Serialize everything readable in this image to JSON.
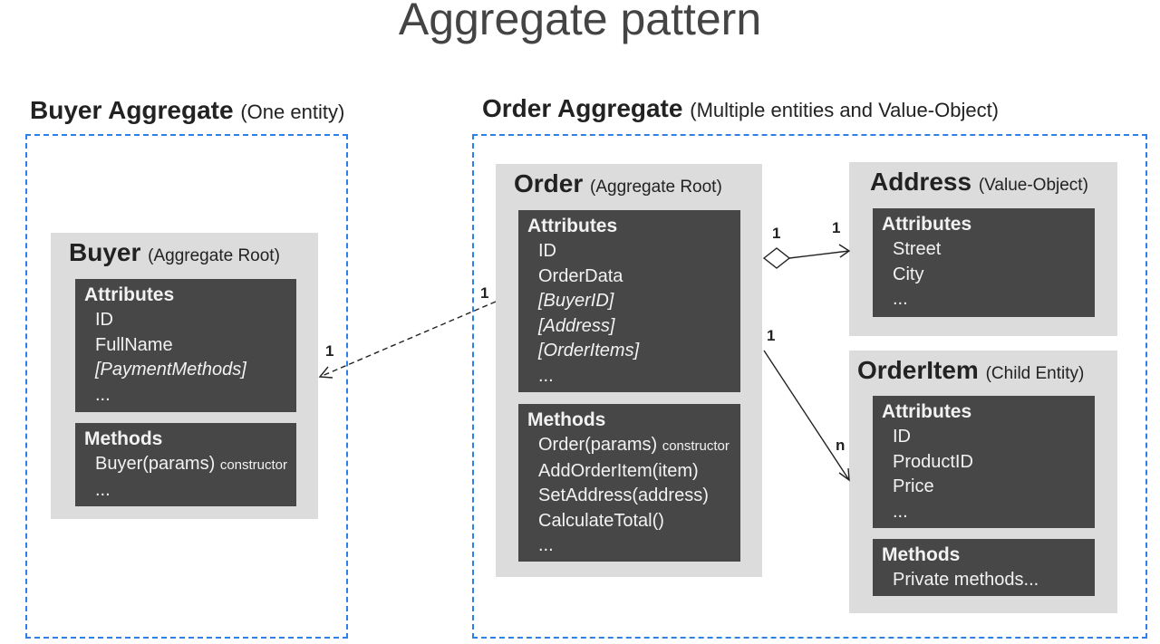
{
  "title": "Aggregate pattern",
  "buyer_aggregate": {
    "heading": "Buyer Aggregate",
    "subheading": "(One entity)"
  },
  "order_aggregate": {
    "heading": "Order Aggregate",
    "subheading": "(Multiple entities and Value-Object)"
  },
  "buyer": {
    "name": "Buyer",
    "role": "(Aggregate Root)",
    "attributes_label": "Attributes",
    "attributes": [
      "ID",
      "FullName",
      "[PaymentMethods]",
      "..."
    ],
    "methods_label": "Methods",
    "method_name": "Buyer(params)",
    "method_note": "constructor",
    "methods_more": "..."
  },
  "order": {
    "name": "Order",
    "role": "(Aggregate Root)",
    "attributes_label": "Attributes",
    "attributes": [
      "ID",
      "OrderData",
      "[BuyerID]",
      "[Address]",
      "[OrderItems]",
      "..."
    ],
    "methods_label": "Methods",
    "method_name": "Order(params)",
    "method_note": "constructor",
    "methods": [
      "AddOrderItem(item)",
      "SetAddress(address)",
      "CalculateTotal()",
      "..."
    ]
  },
  "address": {
    "name": "Address",
    "role": "(Value-Object)",
    "attributes_label": "Attributes",
    "attributes": [
      "Street",
      "City",
      "..."
    ]
  },
  "orderitem": {
    "name": "OrderItem",
    "role": "(Child Entity)",
    "attributes_label": "Attributes",
    "attributes": [
      "ID",
      "ProductID",
      "Price",
      "..."
    ],
    "methods_label": "Methods",
    "methods": [
      "Private methods..."
    ]
  },
  "relations": {
    "order_buyer": {
      "from": "1",
      "to": "1"
    },
    "order_address": {
      "from": "1",
      "to": "1"
    },
    "order_orderitem": {
      "from": "1",
      "to": "n"
    }
  },
  "colors": {
    "dashed_border": "#2f7fe8",
    "card": "#dcdcdc",
    "panel": "#474747"
  }
}
